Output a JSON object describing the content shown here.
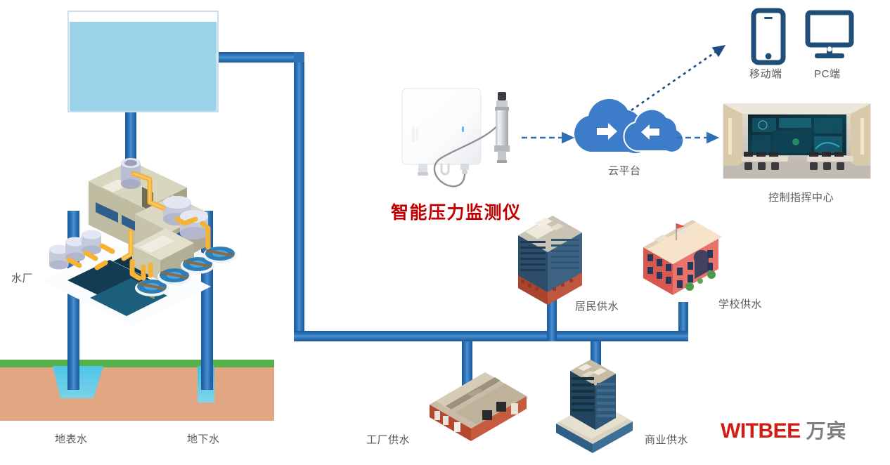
{
  "diagram": {
    "title": "智能压力监测仪",
    "device_label": "智能压力监测仪",
    "labels": {
      "water_plant": "水厂",
      "surface_water": "地表水",
      "ground_water": "地下水",
      "cloud_platform": "云平台",
      "mobile": "移动端",
      "pc": "PC端",
      "control_center": "控制指挥中心",
      "residential_supply": "居民供水",
      "school_supply": "学校供水",
      "factory_supply": "工厂供水",
      "commercial_supply": "商业供水"
    },
    "brand": {
      "name_en": "WITBEE",
      "name_cn": "万宾"
    },
    "colors": {
      "pipe_dark": "#1F5FA0",
      "pipe_light": "#3E86CC",
      "tank_fill": "#9BD3EA",
      "soil": "#E0A782",
      "grass": "#56B14A",
      "water": "#41BEE0",
      "cloud_blue": "#3D7CC9",
      "device_icon_blue": "#1F4E79",
      "accent_red": "#C00000",
      "brand_red": "#D31C16",
      "brand_gray": "#7F7F7F",
      "label_gray": "#595959"
    },
    "icons": {
      "mobile": "mobile-phone-icon",
      "pc": "desktop-monitor-icon",
      "cloud": "cloud-upload-download-icon",
      "arrow": "dashed-arrow-icon"
    },
    "flow": [
      {
        "from": "地表水",
        "to": "水厂"
      },
      {
        "from": "地下水",
        "to": "水厂"
      },
      {
        "from": "水厂",
        "to": "水塔"
      },
      {
        "from": "水塔",
        "to": "供水管网"
      },
      {
        "from": "供水管网",
        "to": "居民供水"
      },
      {
        "from": "供水管网",
        "to": "学校供水"
      },
      {
        "from": "供水管网",
        "to": "工厂供水"
      },
      {
        "from": "供水管网",
        "to": "商业供水"
      },
      {
        "from": "智能压力监测仪",
        "to": "云平台"
      },
      {
        "from": "云平台",
        "to": "移动端"
      },
      {
        "from": "云平台",
        "to": "PC端"
      },
      {
        "from": "云平台",
        "to": "控制指挥中心"
      }
    ]
  }
}
